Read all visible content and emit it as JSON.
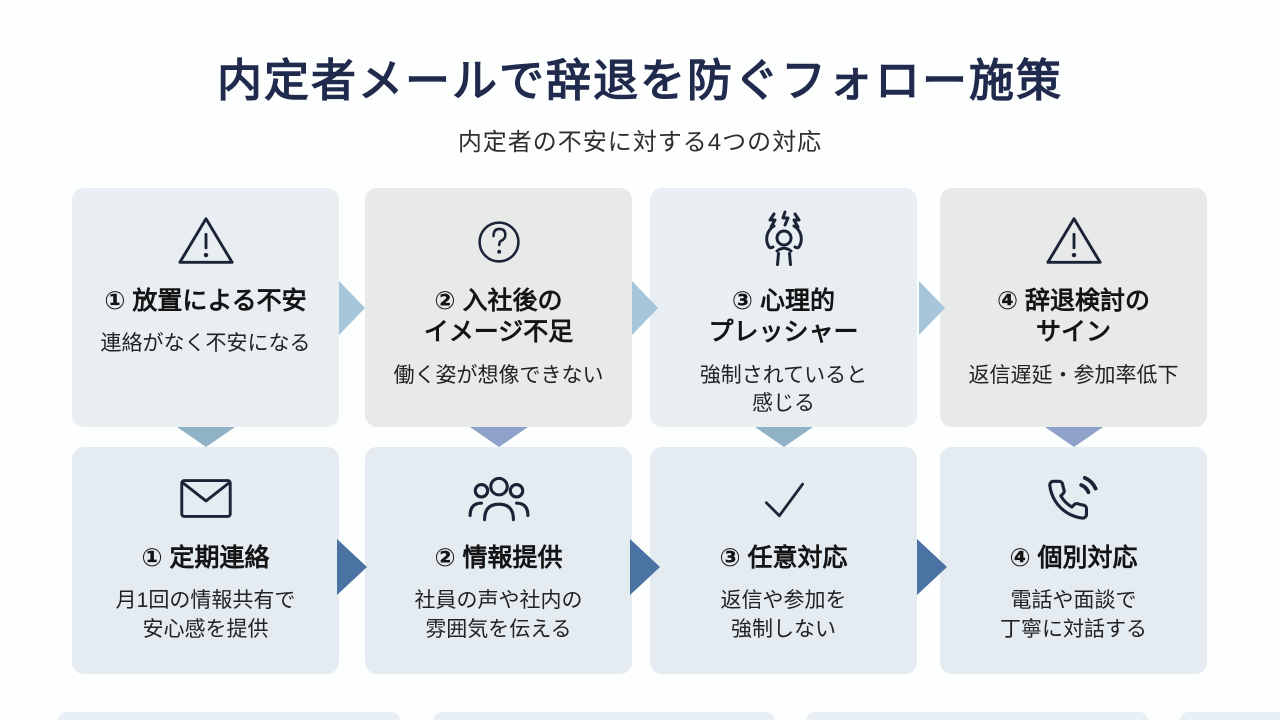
{
  "header": {
    "title": "内定者メールで辞退を防ぐフォロー施策",
    "subtitle": "内定者の不安に対する4つの対応"
  },
  "top_row": {
    "cards": [
      {
        "icon": "warning-icon",
        "title": "① 放置による不安",
        "desc": "連絡がなく不安になる"
      },
      {
        "icon": "question-icon",
        "title": "② 入社後の\nイメージ不足",
        "desc": "働く姿が想像できない"
      },
      {
        "icon": "stress-icon",
        "title": "③ 心理的\nプレッシャー",
        "desc": "強制されていると\n感じる"
      },
      {
        "icon": "warning-icon",
        "title": "④ 辞退検討の\nサイン",
        "desc": "返信遅延・参加率低下"
      }
    ]
  },
  "bottom_row": {
    "cards": [
      {
        "icon": "mail-icon",
        "title": "① 定期連絡",
        "desc": "月1回の情報共有で\n安心感を提供"
      },
      {
        "icon": "people-icon",
        "title": "② 情報提供",
        "desc": "社員の声や社内の\n雰囲気を伝える"
      },
      {
        "icon": "check-icon",
        "title": "③ 任意対応",
        "desc": "返信や参加を\n強制しない"
      },
      {
        "icon": "phone-icon",
        "title": "④ 個別対応",
        "desc": "電話や面談で\n丁寧に対話する"
      }
    ]
  },
  "colors": {
    "title_navy": "#1f2a4c",
    "card_blue": "#e8eef2",
    "card_gray": "#e8e9e9",
    "card_bottom_blue": "#e4ecf2",
    "arrow_top_light_blue": "#a6c5da",
    "arrow_bottom_steel_blue": "#4a72a3",
    "arrow_down_blue": "#90b2c7",
    "arrow_down_periwinkle": "#8da1c9",
    "icon_stroke": "#1b2336"
  }
}
